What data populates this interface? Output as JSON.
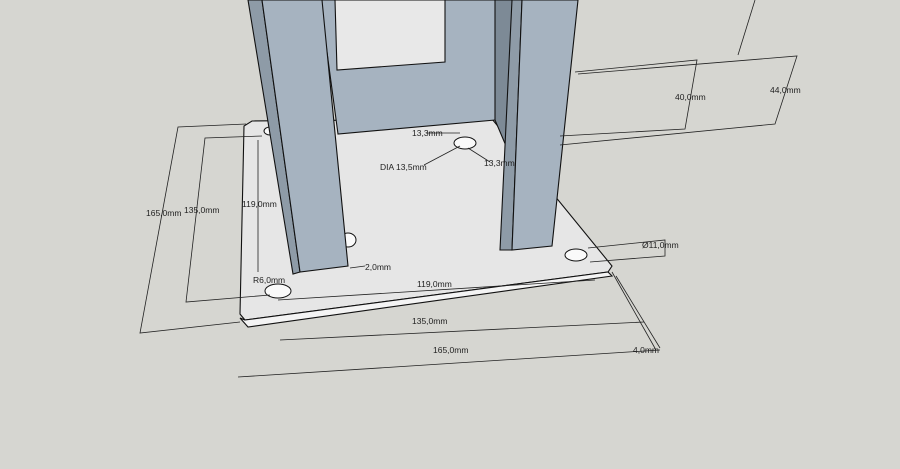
{
  "model": {
    "colors": {
      "background": "#d6d6d1",
      "plate": "#e6e6e6",
      "post": "#a6b3c0",
      "post_dark": "#7d8a96",
      "edge": "#111111"
    },
    "dimensions": {
      "top_hole_offset_x": "13,3mm",
      "top_hole_dia": "DIA 13,5mm",
      "top_hole_offset_y": "13,3mm",
      "left_inner": "119,0mm",
      "left_outer": "165,0mm",
      "left_mid": "135,0mm",
      "right_40": "40,0mm",
      "right_44": "44,0mm",
      "hole_dia": "Ø11,0mm",
      "radius": "R6,0mm",
      "wall": "2,0mm",
      "front_inner": "119,0mm",
      "front_mid": "135,0mm",
      "front_outer": "165,0mm",
      "thickness": "4,0mm"
    }
  }
}
